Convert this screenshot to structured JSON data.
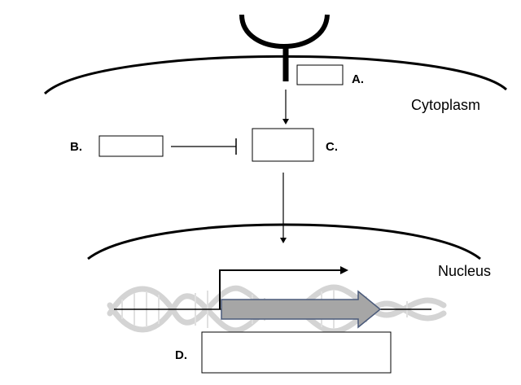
{
  "labels": {
    "a": "A.",
    "b": "B.",
    "c": "C.",
    "d": "D."
  },
  "regions": {
    "cytoplasm": "Cytoplasm",
    "nucleus": "Nucleus"
  },
  "colors": {
    "line": "#000000",
    "gene_arrow_fill": "#a6a6a6",
    "gene_arrow_stroke": "#4a5a7a",
    "dna_helix": "#d0d0d0"
  }
}
